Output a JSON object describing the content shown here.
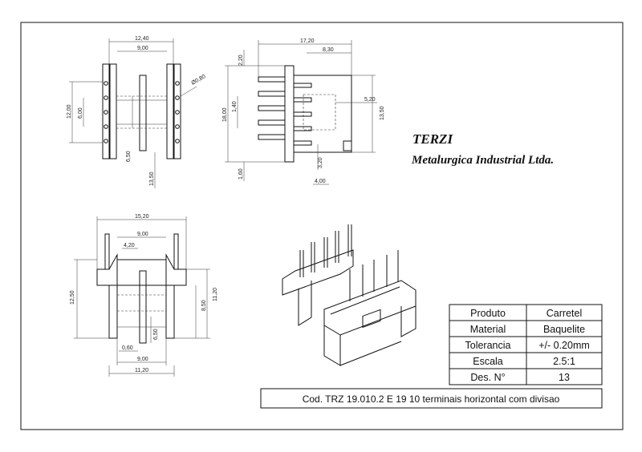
{
  "brand": {
    "name": "TERZI",
    "subtitle": "Metalurgica Industrial Ltda."
  },
  "title_block": {
    "rows": [
      {
        "label": "Produto",
        "value": "Carretel"
      },
      {
        "label": "Material",
        "value": "Baquelite"
      },
      {
        "label": "Tolerancia",
        "value": "+/- 0.20mm"
      },
      {
        "label": "Escala",
        "value": "2.5:1"
      },
      {
        "label": "Des. N°",
        "value": "13"
      }
    ],
    "code": "Cod. TRZ 19.010.2 E 19 10 terminais horizontal com divisao"
  },
  "dimensions": {
    "top_left": {
      "width_total": "12,40",
      "width_inner": "9,00",
      "hole": "Ø0,80",
      "height_total": "12,00",
      "pin_pitch": "6,00",
      "core_depth": "6,50",
      "length": "13,50"
    },
    "top_right": {
      "length_total": "17,20",
      "length_part": "8,30",
      "offset_top": "2,20",
      "height_total": "18,00",
      "slot": "1,40",
      "width_right": "13,50",
      "window": "5,20",
      "base": "3,20",
      "tab": "4,00",
      "bottom": "1,60"
    },
    "bottom_left": {
      "width_total": "15,20",
      "width_mid": "9,00",
      "slot": "4,20",
      "height_total": "12,50",
      "height_right": "11,20",
      "core": "8,50",
      "pin": "6,50",
      "wall": "0,60",
      "bottom_inner": "9,00",
      "bottom_total": "11,20"
    }
  }
}
